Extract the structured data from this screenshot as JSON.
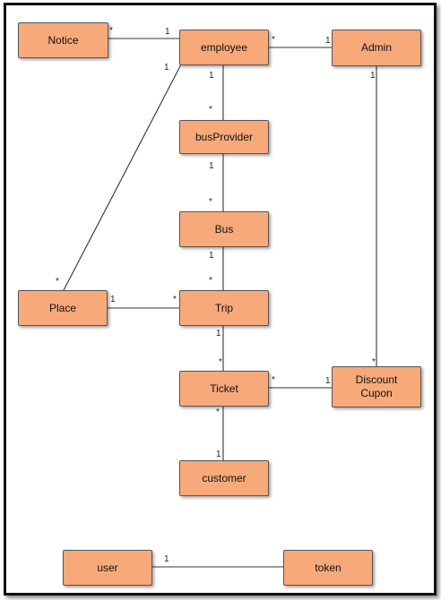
{
  "nodes": {
    "notice": "Notice",
    "employee": "employee",
    "admin": "Admin",
    "busprovider": "busProvider",
    "bus": "Bus",
    "place": "Place",
    "trip": "Trip",
    "ticket": "Ticket",
    "discount": "Discount\nCupon",
    "customer": "customer",
    "user": "user",
    "token": "token"
  },
  "multiplicities": {
    "notice_employee_a": "*",
    "notice_employee_b": "1",
    "employee_admin_a": "*",
    "employee_admin_b": "1",
    "employee_place_a": "1",
    "employee_place_b": "*",
    "employee_busprovider_a": "1",
    "employee_busprovider_b": "*",
    "busprovider_bus_a": "1",
    "busprovider_bus_b": "*",
    "bus_trip_a": "1",
    "bus_trip_b": "*",
    "place_trip_a": "1",
    "place_trip_b": "*",
    "trip_ticket_a": "1",
    "trip_ticket_b": "*",
    "admin_discount_a": "1",
    "admin_discount_b": "*",
    "ticket_discount_a": "*",
    "ticket_discount_b": "1",
    "ticket_customer_a": "*",
    "ticket_customer_b": "1",
    "user_token": "1"
  }
}
